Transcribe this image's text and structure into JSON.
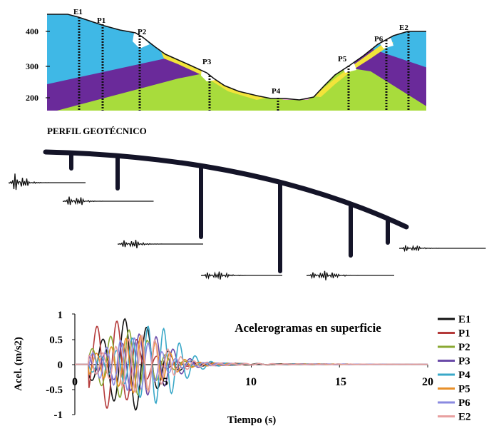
{
  "profile": {
    "title": "PERFIL GEOTÉCNICO",
    "elevation_ticks": [
      "400",
      "300",
      "200"
    ],
    "stations": [
      "E1",
      "P1",
      "P2",
      "P3",
      "P4",
      "P5",
      "P6",
      "E2"
    ],
    "layer_colors": {
      "top_layer": "#3fb8e6",
      "middle_layer": "#6a2a9a",
      "bottom_layer": "#a8dc3c",
      "colluvium": "#f2e43a",
      "alluvium": "#e6a8c8",
      "outline": "#111111"
    }
  },
  "chart_data": {
    "type": "line",
    "title": "Acelerogramas en superficie",
    "xlabel": "Tiempo (s)",
    "ylabel": "Acel. (m/s2)",
    "xlim": [
      0,
      20
    ],
    "ylim": [
      -1,
      1
    ],
    "x_ticks": [
      "0",
      "5",
      "10",
      "15",
      "20"
    ],
    "y_ticks": [
      "1",
      "0.5",
      "0",
      "-0.5",
      "-1"
    ],
    "legend_position": "right",
    "series": [
      {
        "name": "E1",
        "color": "#111111",
        "peak": 0.85,
        "t_peak": 3.2
      },
      {
        "name": "P1",
        "color": "#b43a3a",
        "peak": 0.78,
        "t_peak": 2.1
      },
      {
        "name": "P2",
        "color": "#8aa832",
        "peak": 0.6,
        "t_peak": 3.0
      },
      {
        "name": "P3",
        "color": "#6a4aa8",
        "peak": 0.55,
        "t_peak": 4.0
      },
      {
        "name": "P4",
        "color": "#3aa8c8",
        "peak": 0.72,
        "t_peak": 4.5
      },
      {
        "name": "P5",
        "color": "#e8902a",
        "peak": 0.5,
        "t_peak": 3.6
      },
      {
        "name": "P6",
        "color": "#8a8ae0",
        "peak": 0.45,
        "t_peak": 3.3
      },
      {
        "name": "E2",
        "color": "#e8a0a0",
        "peak": 0.5,
        "t_peak": 3.8
      }
    ]
  }
}
